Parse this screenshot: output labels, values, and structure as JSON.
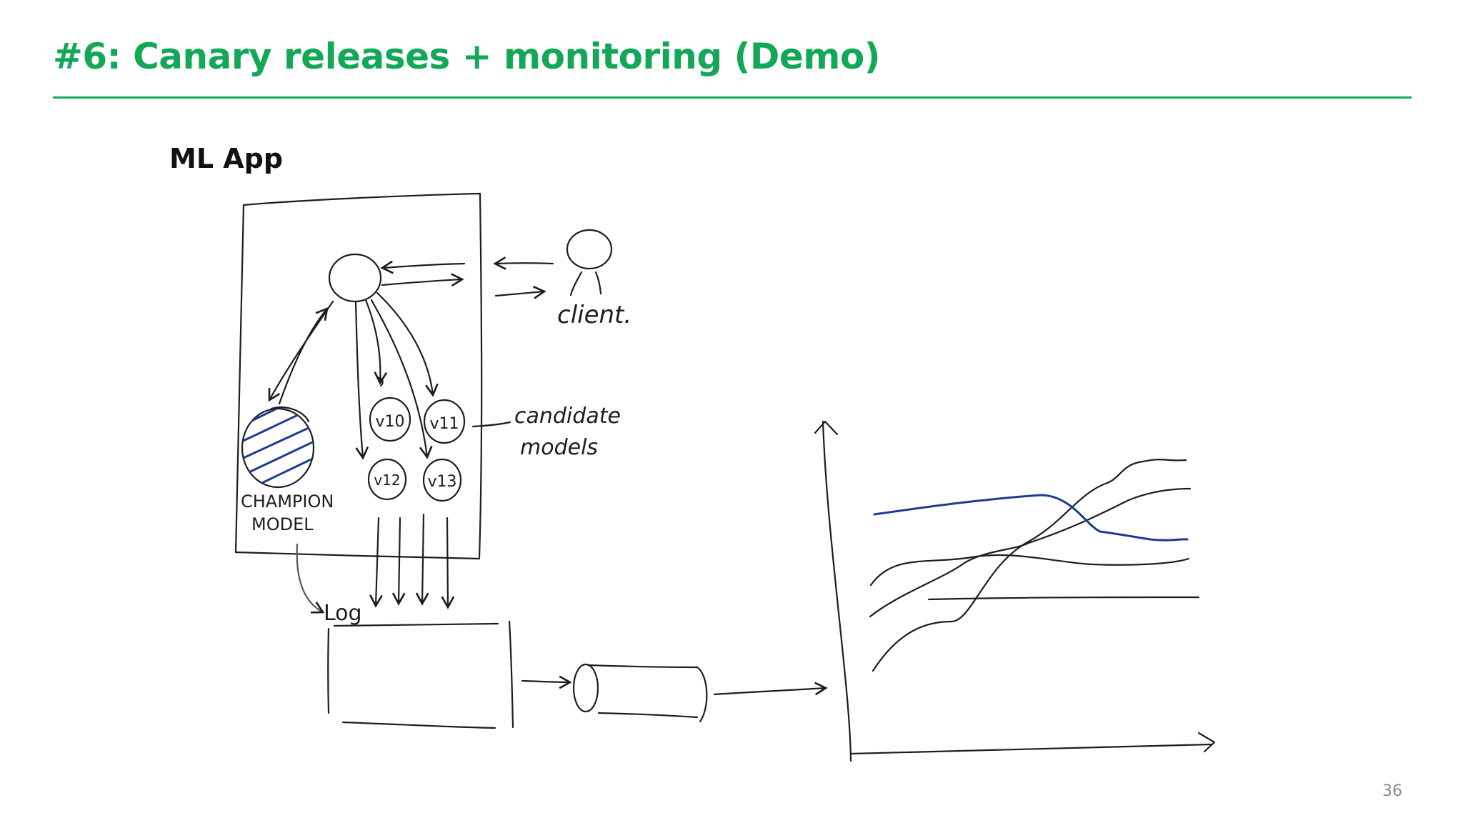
{
  "slide": {
    "title": "#6: Canary releases + monitoring (Demo)",
    "subtitle": "ML App",
    "page_number": "36"
  },
  "sketch": {
    "client_label": "client.",
    "candidate_label_line1": "candidate",
    "candidate_label_line2": "models",
    "champion_label_line1": "CHAMPION",
    "champion_label_line2": "MODEL",
    "log_label": "Log",
    "model_versions": [
      "v10",
      "v11",
      "v12",
      "v13"
    ]
  },
  "colors": {
    "accent": "#14a758",
    "ink": "#1d1d1d",
    "highlight_line": "#1f3a93"
  }
}
